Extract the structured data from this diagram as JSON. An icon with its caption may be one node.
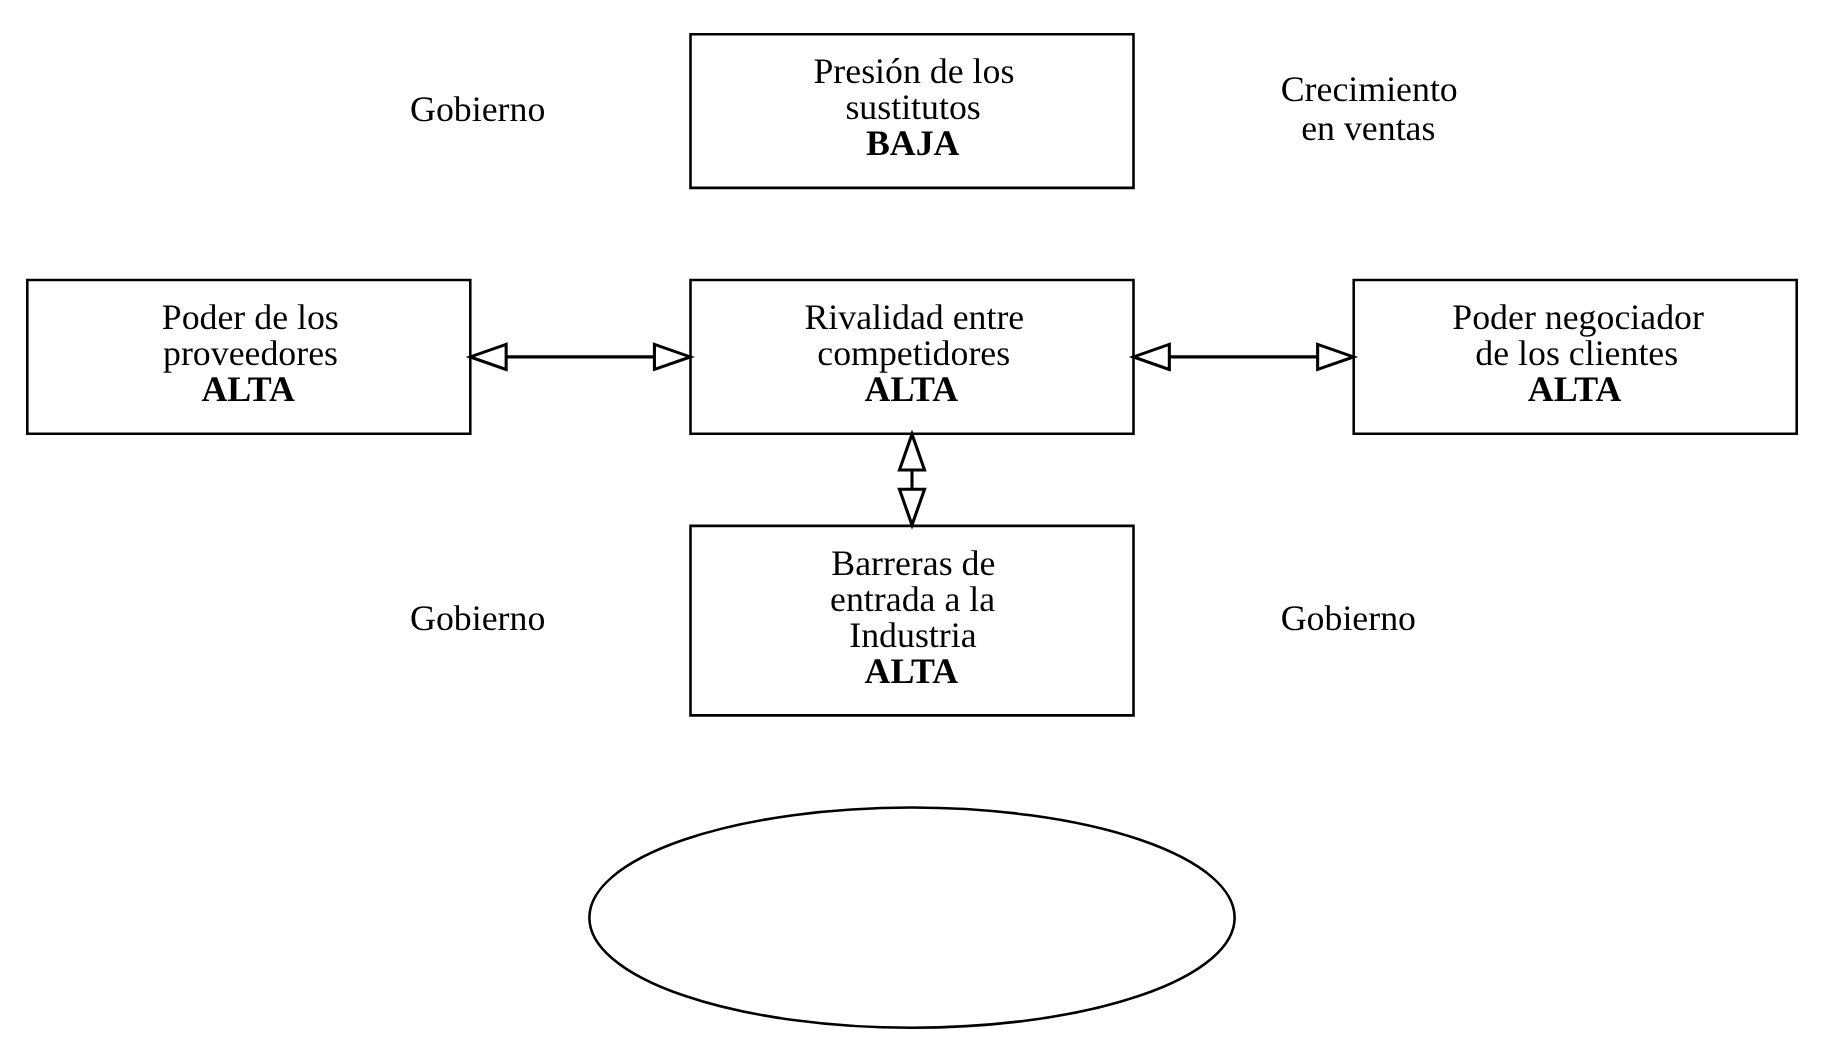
{
  "diagram": {
    "nodes": [
      {
        "text": [
          "Presión de los sustitutos",
          "BAJA"
        ]
      },
      {
        "text": [
          "Poder de los proveedores",
          "ALTA"
        ]
      },
      {
        "text": [
          "Rivalidad entre competidores",
          "ALTA"
        ]
      },
      {
        "text": [
          "Poder negociador de los clientes",
          "ALTA"
        ]
      },
      {
        "text": [
          "Barreras de entrada a la Industria",
          "ALTA"
        ]
      },
      {
        "text": [],
        "shape": "ellipse"
      }
    ],
    "edges": [
      {
        "from": 1,
        "to": 2,
        "arrow": "both"
      },
      {
        "from": 2,
        "to": 3,
        "arrow": "both"
      },
      {
        "from": 2,
        "to": 4,
        "arrow": "both"
      }
    ],
    "labels": [
      "Gobierno",
      "Crecimiento en ventas",
      "Gobierno",
      "Gobierno"
    ]
  }
}
